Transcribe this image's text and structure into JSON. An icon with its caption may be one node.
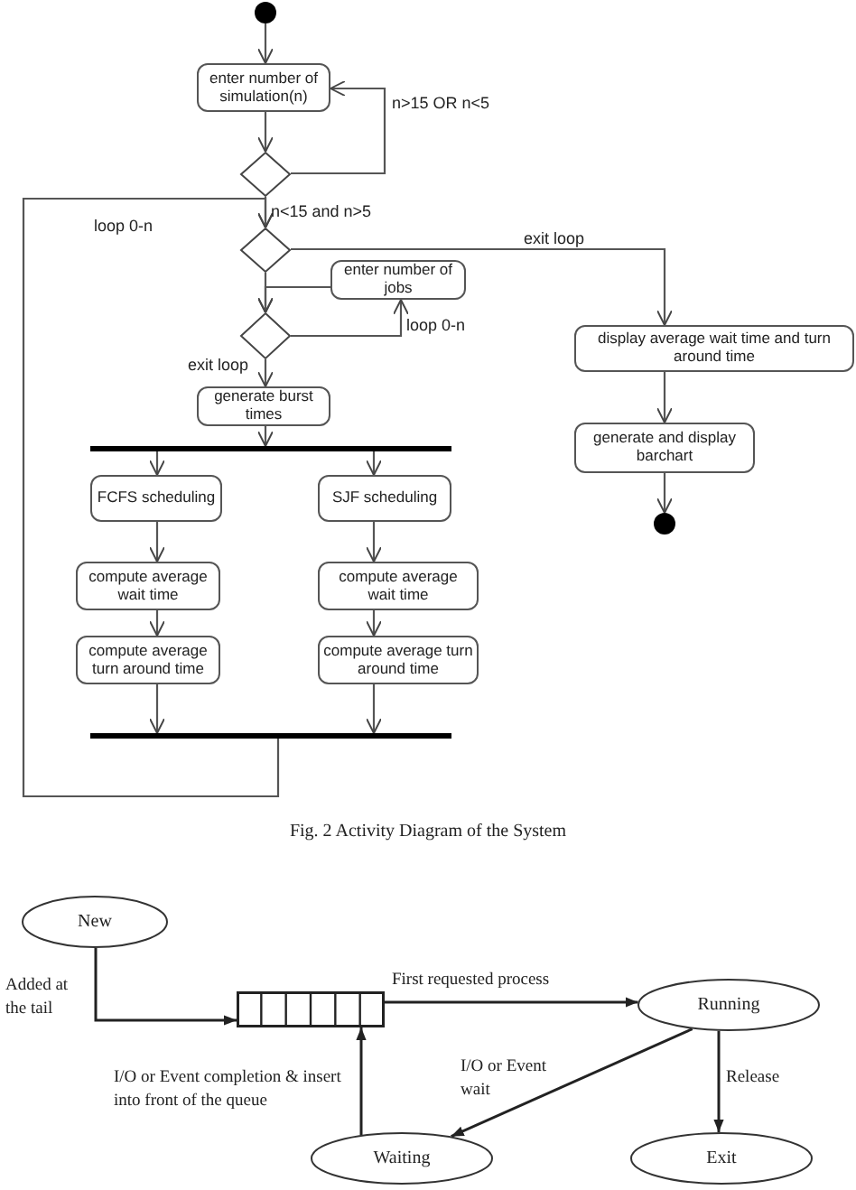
{
  "diagram": {
    "caption": "Fig. 2 Activity Diagram of the System",
    "nodes": [
      {
        "text": [],
        "shape": "circle"
      },
      {
        "text": [
          "enter number of simulation(n)"
        ]
      },
      {
        "text": [],
        "shape": "diamond"
      },
      {
        "text": [],
        "shape": "diamond"
      },
      {
        "text": [
          "enter number of jobs"
        ]
      },
      {
        "text": [],
        "shape": "diamond"
      },
      {
        "text": [
          "generate burst times"
        ]
      },
      {
        "text": [],
        "shape": "bar"
      },
      {
        "text": [
          "FCFS scheduling"
        ]
      },
      {
        "text": [
          "SJF scheduling"
        ]
      },
      {
        "text": [
          "compute average wait time"
        ]
      },
      {
        "text": [
          "compute average wait time"
        ]
      },
      {
        "text": [
          "compute average turn around time"
        ]
      },
      {
        "text": [
          "compute average turn around time"
        ]
      },
      {
        "text": [],
        "shape": "bar"
      },
      {
        "text": [
          "display average wait time and turn around time"
        ]
      },
      {
        "text": [
          "generate and display barchart"
        ]
      },
      {
        "text": [],
        "shape": "circle"
      },
      {
        "text": [
          "New"
        ]
      },
      {
        "text": [],
        "shape": "box"
      },
      {
        "text": [
          "Running"
        ]
      },
      {
        "text": [
          "Waiting"
        ]
      },
      {
        "text": [
          "Exit"
        ]
      }
    ],
    "edges": [
      {
        "from": 0,
        "to": 1,
        "arrow": "to"
      },
      {
        "from": 1,
        "to": 2,
        "arrow": "to"
      },
      {
        "from": 2,
        "to": 1,
        "arrow": "to",
        "label": "n>15 OR n<5"
      },
      {
        "from": 2,
        "to": 3,
        "arrow": "to",
        "label": "n<15 and n>5"
      },
      {
        "from": 3,
        "to": 15,
        "arrow": "to",
        "label": "exit loop"
      },
      {
        "from": 3,
        "to": 5,
        "arrow": "to"
      },
      {
        "from": 4,
        "to": 5,
        "arrow": "to"
      },
      {
        "from": 5,
        "to": 4,
        "arrow": "to",
        "label": "loop 0-n"
      },
      {
        "from": 5,
        "to": 6,
        "arrow": "to",
        "label": "exit loop"
      },
      {
        "from": 6,
        "to": 7,
        "arrow": "to"
      },
      {
        "from": 7,
        "to": 8,
        "arrow": "to"
      },
      {
        "from": 7,
        "to": 9,
        "arrow": "to"
      },
      {
        "from": 8,
        "to": 10,
        "arrow": "to"
      },
      {
        "from": 10,
        "to": 12,
        "arrow": "to"
      },
      {
        "from": 9,
        "to": 11,
        "arrow": "to"
      },
      {
        "from": 11,
        "to": 13,
        "arrow": "to"
      },
      {
        "from": 12,
        "to": 14,
        "arrow": "to"
      },
      {
        "from": 13,
        "to": 14,
        "arrow": "to"
      },
      {
        "from": 14,
        "to": 3,
        "arrow": "to",
        "label": "loop 0-n"
      },
      {
        "from": 15,
        "to": 16,
        "arrow": "to"
      },
      {
        "from": 16,
        "to": 17,
        "arrow": "to"
      },
      {
        "from": 18,
        "to": 19,
        "arrow": "to",
        "label": "Added at the tail"
      },
      {
        "from": 19,
        "to": 20,
        "arrow": "to",
        "label": "First requested process"
      },
      {
        "from": 20,
        "to": 21,
        "arrow": "to",
        "label": "I/O or Event wait"
      },
      {
        "from": 21,
        "to": 19,
        "arrow": "to",
        "label": "I/O or Event completion & insert into front of the queue"
      },
      {
        "from": 20,
        "to": 22,
        "arrow": "to",
        "label": "Release"
      }
    ]
  }
}
